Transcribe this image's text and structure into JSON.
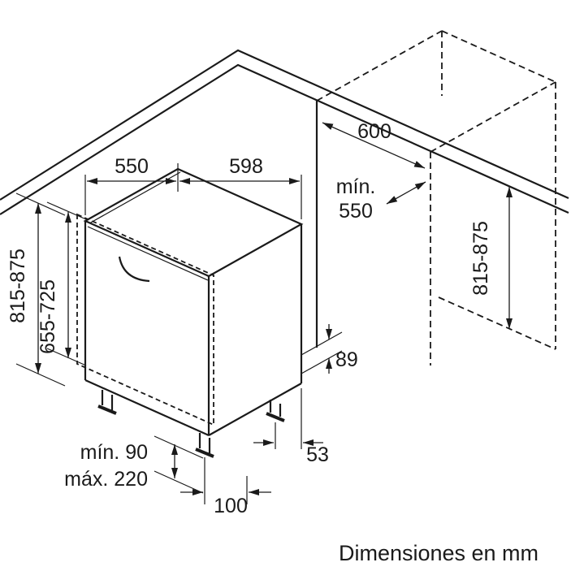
{
  "colors": {
    "ink": "#1a1a1a",
    "background": "#ffffff"
  },
  "dimensions": {
    "appliance_depth_top": "550",
    "appliance_width_top": "598",
    "niche_width": "600",
    "niche_depth_min_line1": "mín.",
    "niche_depth_min_line2": "550",
    "appliance_height_left": "815-875",
    "front_door_height": "655-725",
    "niche_height_right": "815-875",
    "rear_base_height": "89",
    "rear_foot_offset": "53",
    "front_foot_offset": "100",
    "plinth_height_min": "mín. 90",
    "plinth_height_max": "máx. 220"
  },
  "caption": "Dimensiones en mm"
}
